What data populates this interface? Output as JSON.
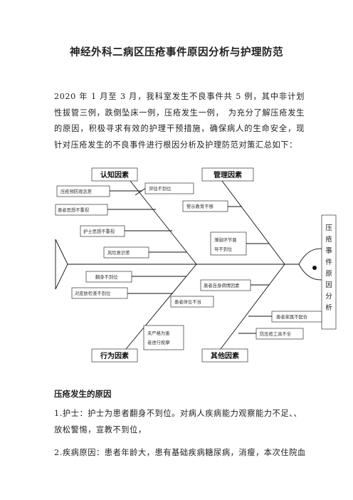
{
  "title": "神经外科二病区压疮事件原因分析与护理防范",
  "intro": "2020 年 1 月至 3 月，我科室发生不良事件共 5 例，其中非计划性拔管三例，跌倒坠床一例，压疮发生一例，　为充分了解压疮发生的原因，积极寻求有效的护理干预措施，确保病人的生命安全，现针对压疮发生的不良事件进行根因分析及护理防范对策汇总如下：",
  "fishbone": {
    "head_label": "压疮事件原因分析",
    "categories": {
      "cognitive": "认知因素",
      "management": "管理因素",
      "behavior": "行为因素",
      "other": "其他因素"
    },
    "causes": {
      "pressure_awareness": "压疮预防观念差",
      "patient_ignore": "患者思想不重视",
      "nurse_ignore": "护士思想不重视",
      "risk_awareness": "风险意识差",
      "eval_incomplete": "评估不到位",
      "warning_missing": "警示教育不够",
      "weak_guidance_1": "薄弱环节督",
      "weak_guidance_2": "导不到位",
      "patient_condition": "患者自身病情因素",
      "turning": "翻身不到位",
      "skin_check": "对皮肤检查不到位",
      "position": "患者体位不当",
      "care_1": "未严格为患",
      "care_2": "者进行按摩",
      "family": "患者家属不配合",
      "tools": "防压疮工具不全"
    }
  },
  "causes_heading": "压疮发生的原因",
  "paragraphs": [
    "1.护士：护士为患者翻身不到位。对病人疾病能力观察能力不足、、放松警惕，宣教不到位，",
    "2.疾病原因：患者年龄大，患有基础疾病糖尿病，消瘦，本次住院血"
  ]
}
